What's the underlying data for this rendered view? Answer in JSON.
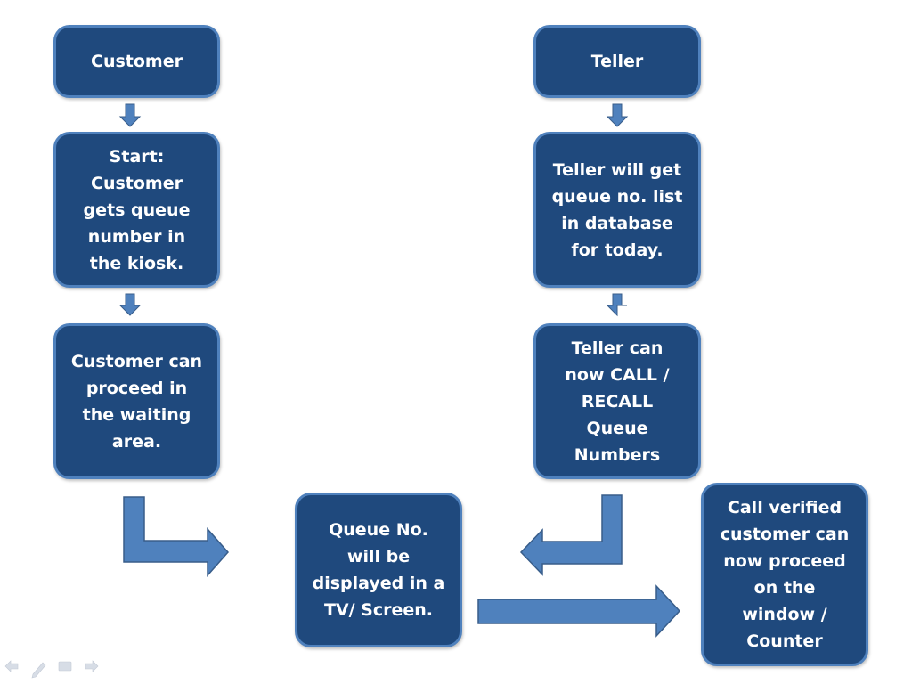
{
  "boxes": {
    "customer_header": "Customer",
    "teller_header": "Teller",
    "customer_start": "Start:\nCustomer\ngets queue\nnumber in\nthe kiosk.",
    "customer_wait": "Customer can\nproceed in\nthe waiting\narea.",
    "teller_get_list": "Teller will get\nqueue no. list\nin database\nfor today.",
    "teller_call": "Teller can\nnow CALL /\nRECALL\nQueue\nNumbers",
    "queue_display": "Queue No.\nwill be\ndisplayed in a\nTV/ Screen.",
    "final_step": "Call verified\ncustomer can\nnow proceed\non the\nwindow /\nCounter"
  },
  "colors": {
    "box_fill": "#1f497d",
    "box_border": "#4f81bd",
    "arrow_fill": "#4f81bd",
    "text": "#ffffff"
  },
  "icons": [
    "back-arrow-icon",
    "pen-icon",
    "slide-menu-icon",
    "forward-arrow-icon"
  ]
}
